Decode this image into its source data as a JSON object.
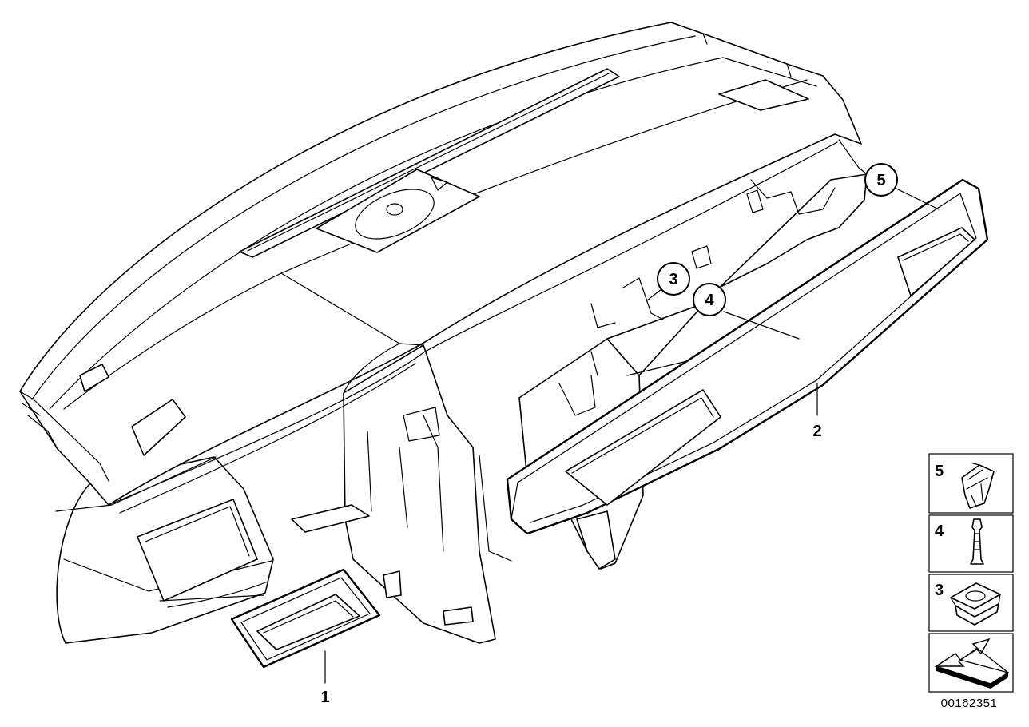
{
  "callouts": {
    "c1": "1",
    "c2": "2",
    "c3": "3",
    "c4": "4",
    "c5": "5"
  },
  "legend": {
    "items": [
      {
        "label": "5",
        "icon": "clip-icon"
      },
      {
        "label": "4",
        "icon": "pin-icon"
      },
      {
        "label": "3",
        "icon": "grommet-icon"
      }
    ],
    "arrow_icon": "direction-arrow-icon"
  },
  "diagram_number": "00162351"
}
